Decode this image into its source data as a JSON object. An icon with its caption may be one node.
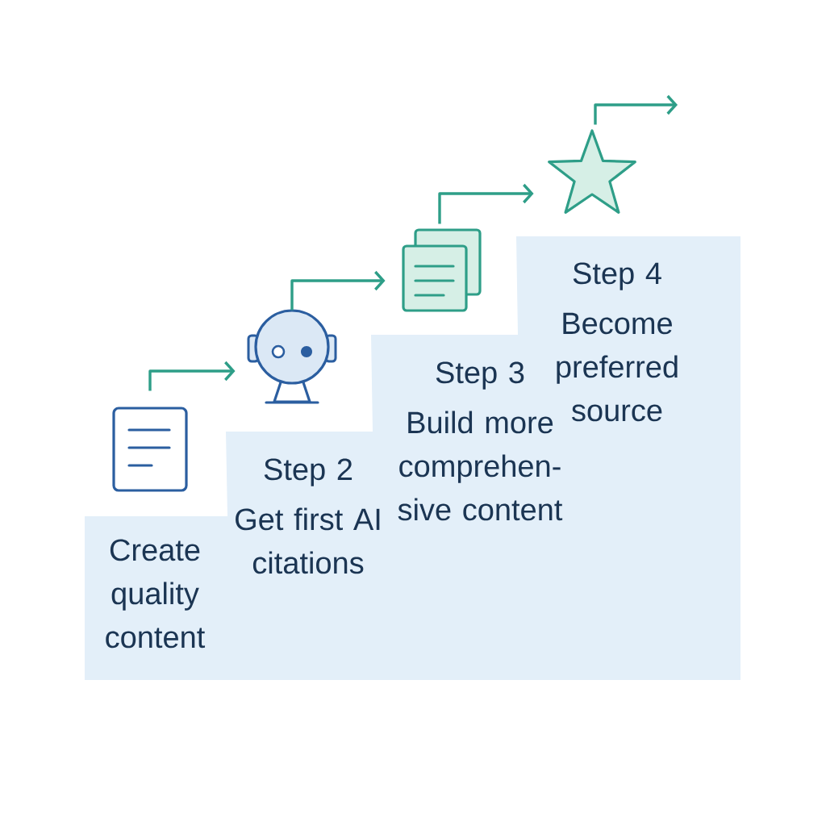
{
  "diagram": {
    "nodes": [
      {
        "text": [
          "Create quality content"
        ]
      },
      {
        "text": [
          "Step 2",
          "Get first AI citations"
        ]
      },
      {
        "text": [
          "Step 3",
          "Build more comprehen- sive content"
        ]
      },
      {
        "text": [
          "Step 4",
          "Become preferred source"
        ]
      },
      {
        "text": [],
        "shape": "picture"
      },
      {
        "text": [],
        "shape": "picture"
      },
      {
        "text": [],
        "shape": "picture"
      },
      {
        "text": [],
        "shape": "picture"
      }
    ],
    "edges": [
      {
        "from": 4,
        "to": 5,
        "arrow": "to"
      },
      {
        "from": 5,
        "to": 6,
        "arrow": "to"
      },
      {
        "from": 6,
        "to": 7,
        "arrow": "to"
      },
      {
        "from": 7,
        "to": null,
        "arrow": "to"
      }
    ]
  }
}
